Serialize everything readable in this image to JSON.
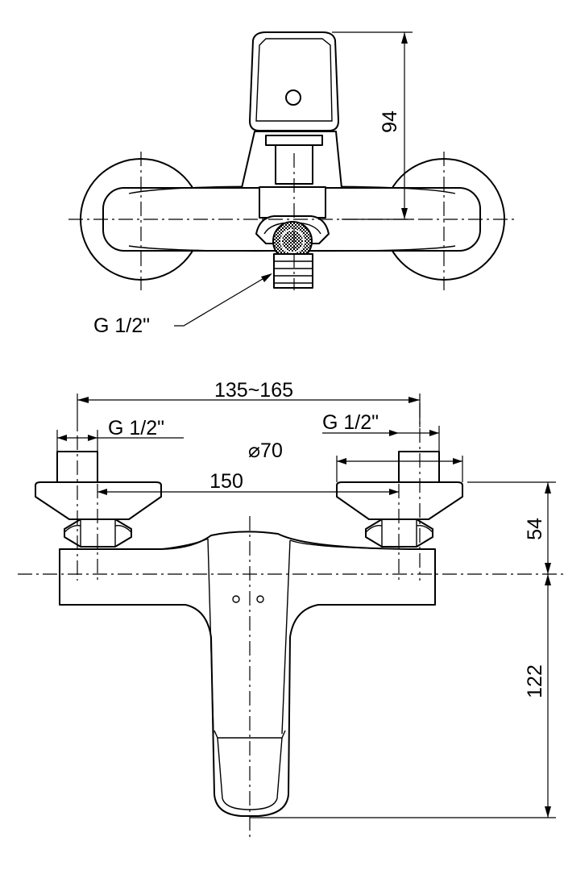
{
  "top_view": {
    "height_dim": "94",
    "outlet_thread": "G 1/2\""
  },
  "front_view": {
    "connection_spacing": "135~165",
    "left_inlet_thread": "G 1/2\"",
    "right_inlet_thread": "G 1/2\"",
    "cover_diameter": "⌀70",
    "center_distance": "150",
    "inlet_to_axis_dim": "54",
    "axis_to_spout_dim": "122"
  }
}
